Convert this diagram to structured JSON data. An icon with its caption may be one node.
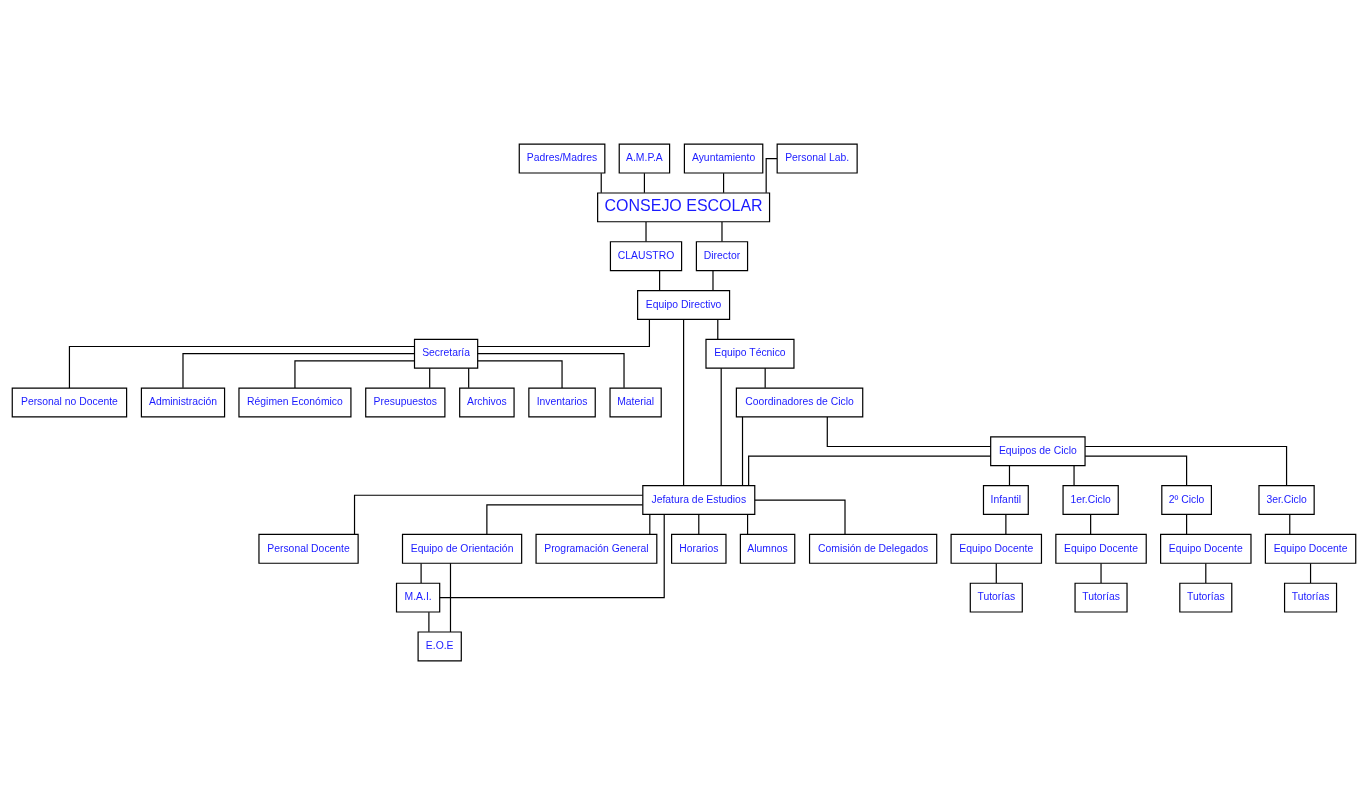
{
  "diagram": {
    "nodes": [
      {
        "text": [
          "Padres/Madres"
        ]
      },
      {
        "text": [
          "A.M.P.A"
        ]
      },
      {
        "text": [
          "Ayuntamiento"
        ]
      },
      {
        "text": [
          "Personal Lab."
        ]
      },
      {
        "text": [
          "CONSEJO ESCOLAR"
        ]
      },
      {
        "text": [
          "CLAUSTRO"
        ]
      },
      {
        "text": [
          "Director"
        ]
      },
      {
        "text": [
          "Personal no Docente"
        ]
      },
      {
        "text": [
          "Secretaría"
        ]
      },
      {
        "text": [
          "Equipo Directivo"
        ]
      },
      {
        "text": [
          "Jefatura de Estudios"
        ]
      },
      {
        "text": [
          "Personal Docente"
        ]
      },
      {
        "text": [
          "Administración"
        ]
      },
      {
        "text": [
          "Equipo Técnico"
        ]
      },
      {
        "text": [
          "Equipo de Orientación"
        ]
      },
      {
        "text": [
          "Régimen Económico"
        ]
      },
      {
        "text": [
          "M.A.I."
        ]
      },
      {
        "text": [
          "E.O.E"
        ]
      },
      {
        "text": [
          "Coordinadores de Ciclo"
        ]
      },
      {
        "text": [
          "Presupuestos"
        ]
      },
      {
        "text": [
          "Programación General"
        ]
      },
      {
        "text": [
          "Equipos de Ciclo"
        ]
      },
      {
        "text": [
          "Archivos"
        ]
      },
      {
        "text": [
          "Horarios"
        ]
      },
      {
        "text": [
          "Infantil"
        ]
      },
      {
        "text": [
          "1er.Ciclo"
        ]
      },
      {
        "text": [
          "2º Ciclo"
        ]
      },
      {
        "text": [
          "3er.Ciclo"
        ]
      },
      {
        "text": [
          "Inventarios"
        ]
      },
      {
        "text": [
          "Alumnos"
        ]
      },
      {
        "text": [
          "Equipo Docente"
        ]
      },
      {
        "text": [
          "Equipo Docente"
        ]
      },
      {
        "text": [
          "Equipo Docente"
        ]
      },
      {
        "text": [
          "Equipo Docente"
        ]
      },
      {
        "text": [
          "Material"
        ]
      },
      {
        "text": [
          "Comisión de Delegados"
        ]
      },
      {
        "text": [
          "Tutorías"
        ]
      },
      {
        "text": [
          "Tutorías"
        ]
      },
      {
        "text": [
          "Tutorías"
        ]
      },
      {
        "text": [
          "Tutorías"
        ]
      }
    ],
    "edges": [
      {
        "from": 0,
        "to": 4,
        "arrow": "none"
      },
      {
        "from": 1,
        "to": 4,
        "arrow": "none"
      },
      {
        "from": 2,
        "to": 4,
        "arrow": "none"
      },
      {
        "from": 3,
        "to": 4,
        "arrow": "none"
      },
      {
        "from": 4,
        "to": 5,
        "arrow": "none"
      },
      {
        "from": 4,
        "to": 6,
        "arrow": "none"
      },
      {
        "from": 6,
        "to": 9,
        "arrow": "none"
      },
      {
        "from": 5,
        "to": 9,
        "arrow": "none"
      },
      {
        "from": 9,
        "to": 8,
        "arrow": "none"
      },
      {
        "from": 8,
        "to": 7,
        "arrow": "none"
      },
      {
        "from": 8,
        "to": 12,
        "arrow": "none"
      },
      {
        "from": 8,
        "to": 15,
        "arrow": "none"
      },
      {
        "from": 8,
        "to": 19,
        "arrow": "none"
      },
      {
        "from": 8,
        "to": 22,
        "arrow": "none"
      },
      {
        "from": 8,
        "to": 28,
        "arrow": "none"
      },
      {
        "from": 8,
        "to": 34,
        "arrow": "none"
      },
      {
        "from": 9,
        "to": 10,
        "arrow": "none"
      },
      {
        "from": 10,
        "to": 11,
        "arrow": "none"
      },
      {
        "from": 10,
        "to": 14,
        "arrow": "none"
      },
      {
        "from": 10,
        "to": 16,
        "arrow": "none"
      },
      {
        "from": 14,
        "to": 16,
        "arrow": "none"
      },
      {
        "from": 14,
        "to": 17,
        "arrow": "none"
      },
      {
        "from": 16,
        "to": 17,
        "arrow": "none"
      },
      {
        "from": 10,
        "to": 20,
        "arrow": "none"
      },
      {
        "from": 10,
        "to": 23,
        "arrow": "none"
      },
      {
        "from": 10,
        "to": 29,
        "arrow": "none"
      },
      {
        "from": 10,
        "to": 35,
        "arrow": "none"
      },
      {
        "from": 13,
        "to": 10,
        "arrow": "none"
      },
      {
        "from": 18,
        "to": 10,
        "arrow": "none"
      },
      {
        "from": 21,
        "to": 10,
        "arrow": "none"
      },
      {
        "from": 9,
        "to": 13,
        "arrow": "none"
      },
      {
        "from": 13,
        "to": 18,
        "arrow": "none"
      },
      {
        "from": 18,
        "to": 21,
        "arrow": "none"
      },
      {
        "from": 21,
        "to": 24,
        "arrow": "none"
      },
      {
        "from": 21,
        "to": 25,
        "arrow": "none"
      },
      {
        "from": 21,
        "to": 26,
        "arrow": "none"
      },
      {
        "from": 21,
        "to": 27,
        "arrow": "none"
      },
      {
        "from": 24,
        "to": 30,
        "arrow": "none"
      },
      {
        "from": 25,
        "to": 31,
        "arrow": "none"
      },
      {
        "from": 26,
        "to": 32,
        "arrow": "none"
      },
      {
        "from": 27,
        "to": 33,
        "arrow": "none"
      },
      {
        "from": 30,
        "to": 36,
        "arrow": "none"
      },
      {
        "from": 31,
        "to": 37,
        "arrow": "none"
      },
      {
        "from": 32,
        "to": 38,
        "arrow": "none"
      },
      {
        "from": 33,
        "to": 39,
        "arrow": "none"
      }
    ]
  }
}
